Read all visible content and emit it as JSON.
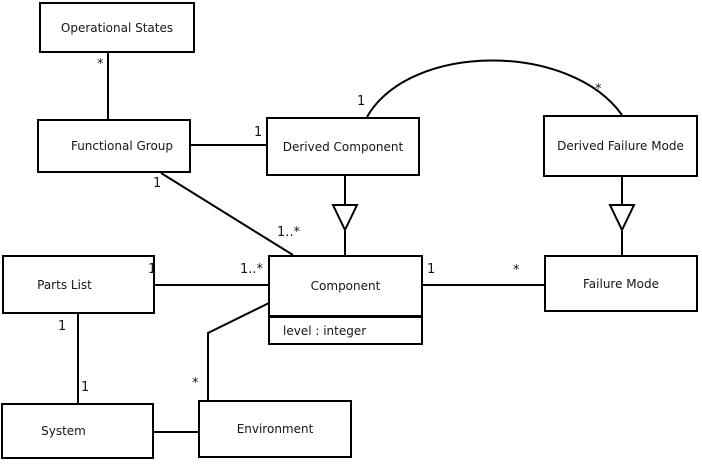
{
  "diagram": {
    "type": "uml-class-diagram",
    "background_color": "#ffffff",
    "line_color": "#000000",
    "box_fill": "#ffffff",
    "text_color": "#161616",
    "nodes": {
      "operational_states": {
        "label": "Operational States"
      },
      "functional_group": {
        "label": "Functional Group"
      },
      "derived_component": {
        "label": "Derived Component"
      },
      "derived_failure_mode": {
        "label": "Derived Failure Mode"
      },
      "parts_list": {
        "label": "Parts List"
      },
      "component": {
        "label": "Component",
        "attribute": "level : integer"
      },
      "failure_mode": {
        "label": "Failure Mode"
      },
      "system": {
        "label": "System"
      },
      "environment": {
        "label": "Environment"
      }
    },
    "edges": [
      {
        "from": "Operational States",
        "to": "Functional Group",
        "from_multiplicity": "*"
      },
      {
        "from": "Functional Group",
        "to": "Derived Component",
        "from_multiplicity": "1"
      },
      {
        "from": "Functional Group",
        "to": "Component",
        "from_multiplicity": "1",
        "to_multiplicity": "1..*"
      },
      {
        "from": "Derived Component",
        "to": "Derived Failure Mode",
        "from_multiplicity": "1",
        "to_multiplicity": "*",
        "style": "arc"
      },
      {
        "from": "Derived Component",
        "to": "Component",
        "type": "generalization"
      },
      {
        "from": "Derived Failure Mode",
        "to": "Failure Mode",
        "type": "generalization"
      },
      {
        "from": "Parts List",
        "to": "Component",
        "from_multiplicity": "1",
        "to_multiplicity": "1..*"
      },
      {
        "from": "Component",
        "to": "Failure Mode",
        "from_multiplicity": "1",
        "to_multiplicity": "*"
      },
      {
        "from": "Parts List",
        "to": "System",
        "from_multiplicity": "1",
        "to_multiplicity": "1"
      },
      {
        "from": "Environment",
        "to": "Component",
        "from_multiplicity": "*"
      },
      {
        "from": "System",
        "to": "Environment"
      }
    ],
    "multiplicity_labels": {
      "op_states_star": "*",
      "fg_derived_comp_1": "1",
      "fg_comp_1": "1",
      "fg_comp_1many": "1..*",
      "derived_comp_arc_1": "1",
      "derived_fm_arc_star": "*",
      "parts_comp_1": "1",
      "parts_comp_1many": "1..*",
      "comp_fm_1": "1",
      "comp_fm_star": "*",
      "parts_sys_1_upper": "1",
      "parts_sys_1_lower": "1",
      "env_comp_star": "*"
    }
  }
}
